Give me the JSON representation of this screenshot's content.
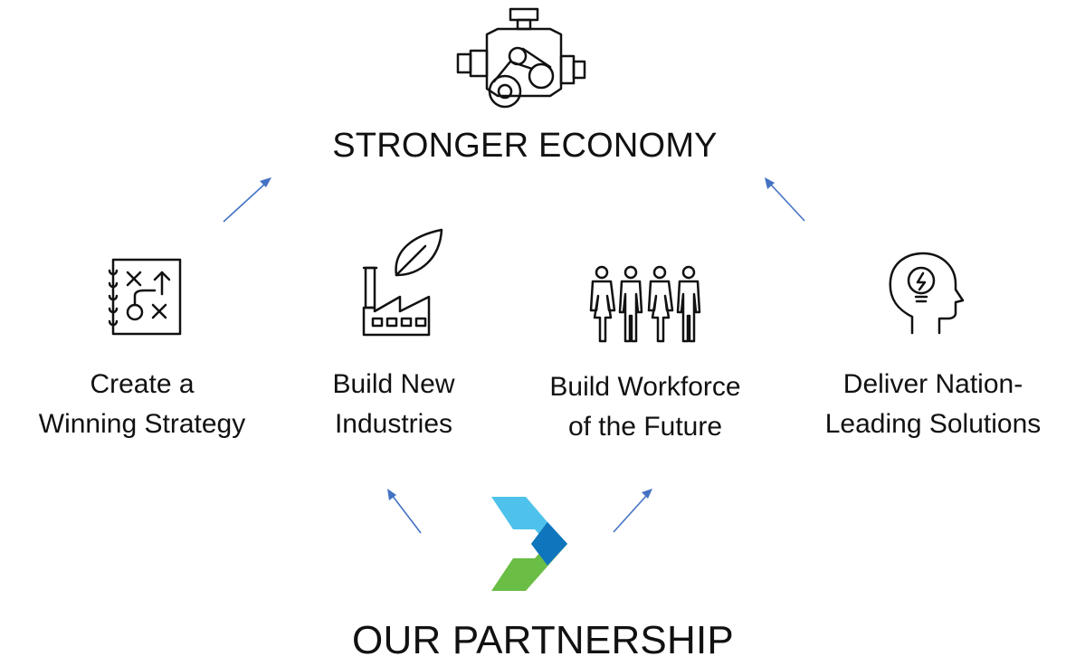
{
  "top": {
    "title": "STRONGER ECONOMY",
    "icon": "engine-icon"
  },
  "pillars": [
    {
      "line1": "Create a",
      "line2": "Winning Strategy",
      "icon": "strategy-board-icon"
    },
    {
      "line1": "Build New",
      "line2": "Industries",
      "icon": "green-factory-icon"
    },
    {
      "line1": "Build Workforce",
      "line2": "of the Future",
      "icon": "people-group-icon"
    },
    {
      "line1": "Deliver Nation-",
      "line2": "Leading Solutions",
      "icon": "idea-head-icon"
    }
  ],
  "bottom": {
    "title": "OUR PARTNERSHIP",
    "logo": "chevron-logo"
  },
  "colors": {
    "arrow": "#4472c4",
    "logo_light_blue": "#4ec2eb",
    "logo_dark_blue": "#0f76bd",
    "logo_green": "#6abd45"
  }
}
